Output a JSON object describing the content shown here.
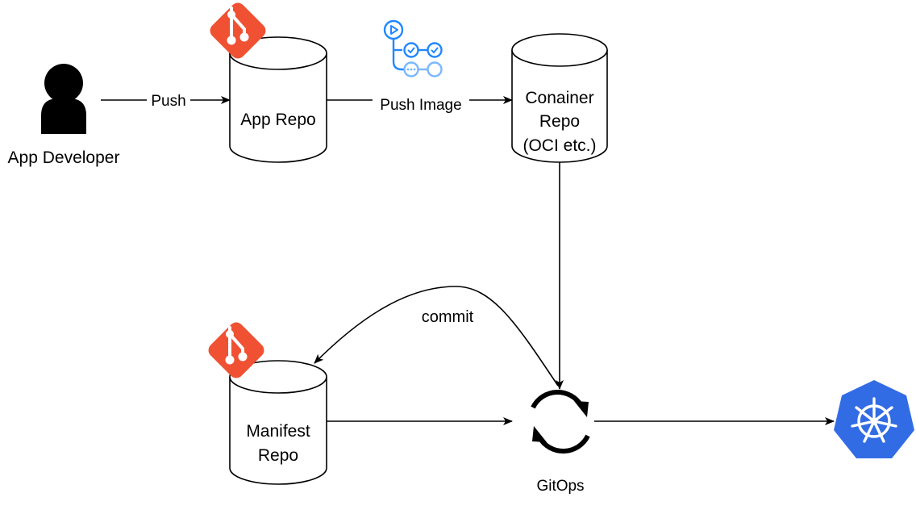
{
  "nodes": {
    "developer": {
      "label": "App Developer",
      "icon": "user-icon"
    },
    "app_repo": {
      "label_lines": [
        "App Repo"
      ],
      "icon": "git-icon"
    },
    "ci": {
      "icon": "github-actions-icon"
    },
    "container_repo": {
      "label_lines": [
        "Conainer",
        "Repo",
        "(OCI etc.)"
      ]
    },
    "manifest_repo": {
      "label_lines": [
        "Manifest",
        "Repo"
      ],
      "icon": "git-icon"
    },
    "gitops": {
      "label": "GitOps",
      "icon": "sync-icon"
    },
    "kubernetes": {
      "icon": "kubernetes-icon"
    }
  },
  "edges": {
    "push": "Push",
    "push_image": "Push Image",
    "commit": "commit"
  },
  "colors": {
    "git": "#f05133",
    "kubernetes": "#326ce5",
    "actions_blue": "#2188ff",
    "actions_light": "#79b8ff"
  }
}
